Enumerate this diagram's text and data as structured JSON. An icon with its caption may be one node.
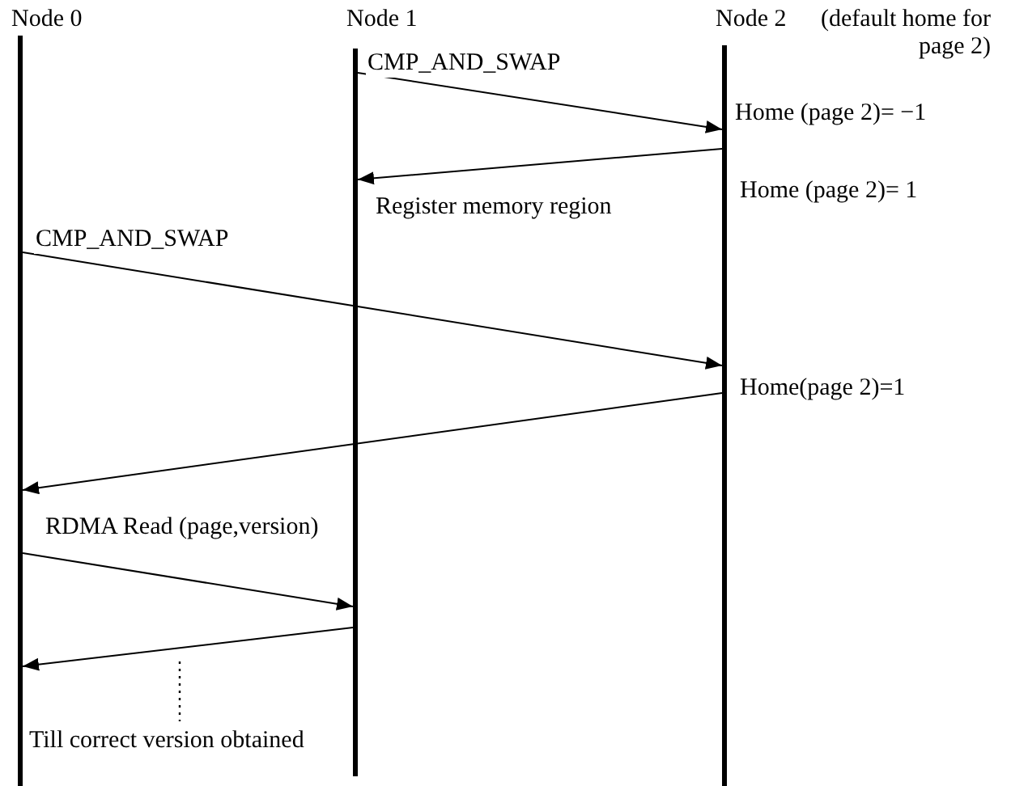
{
  "diagram": {
    "nodes": [
      {
        "text": [
          "Node 0"
        ]
      },
      {
        "text": [
          "Node 1"
        ]
      },
      {
        "text": [
          "Node 2"
        ],
        "beside": [
          "(default home for page 2)"
        ]
      }
    ],
    "edges": [
      {
        "from": 1,
        "to": 2,
        "arrow": "to",
        "label": "CMP_AND_SWAP"
      },
      {
        "from": 2,
        "to": 1,
        "arrow": "to",
        "label": "Register memory region"
      },
      {
        "from": 0,
        "to": 2,
        "arrow": "to",
        "label": "CMP_AND_SWAP"
      },
      {
        "from": 2,
        "to": 0,
        "arrow": "to"
      },
      {
        "from": 0,
        "to": 1,
        "arrow": "to",
        "label": "RDMA Read (page,version)"
      },
      {
        "from": 1,
        "to": 0,
        "arrow": "to"
      }
    ],
    "labels": [
      "Home (page 2)= −1",
      "Home (page 2)= 1",
      "Home(page 2)=1",
      "Till correct version obtained"
    ]
  }
}
